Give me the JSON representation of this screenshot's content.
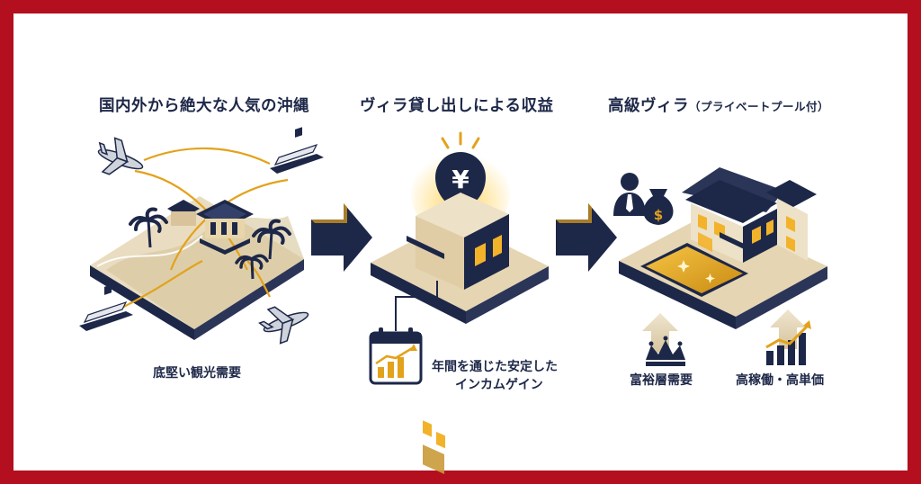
{
  "panels": [
    {
      "title": "国内外から絶大な人気の沖縄",
      "caption": "底堅い観光需要"
    },
    {
      "title": "ヴィラ貸し出しによる収益",
      "caption_line1": "年間を通じた安定した",
      "caption_line2": "インカムゲイン",
      "currency_symbol": "¥"
    },
    {
      "title": "高級ヴィラ",
      "title_note": "（プライベートプール付）",
      "caption_left": "富裕層需要",
      "caption_right": "高稼働・高単価",
      "money_symbol": "$"
    }
  ],
  "colors": {
    "frame": "#b30f1f",
    "navy": "#1d2748",
    "gold": "#e3a21c",
    "sand": "#d9c7a1",
    "sand_light": "#ede2c8"
  },
  "icons": [
    "airplane-icon",
    "cruise-ship-icon",
    "palm-tree-icon",
    "yen-coin-icon",
    "calendar-chart-icon",
    "money-bag-icon",
    "businessman-icon",
    "crown-icon",
    "growth-chart-icon",
    "right-arrow-icon"
  ]
}
